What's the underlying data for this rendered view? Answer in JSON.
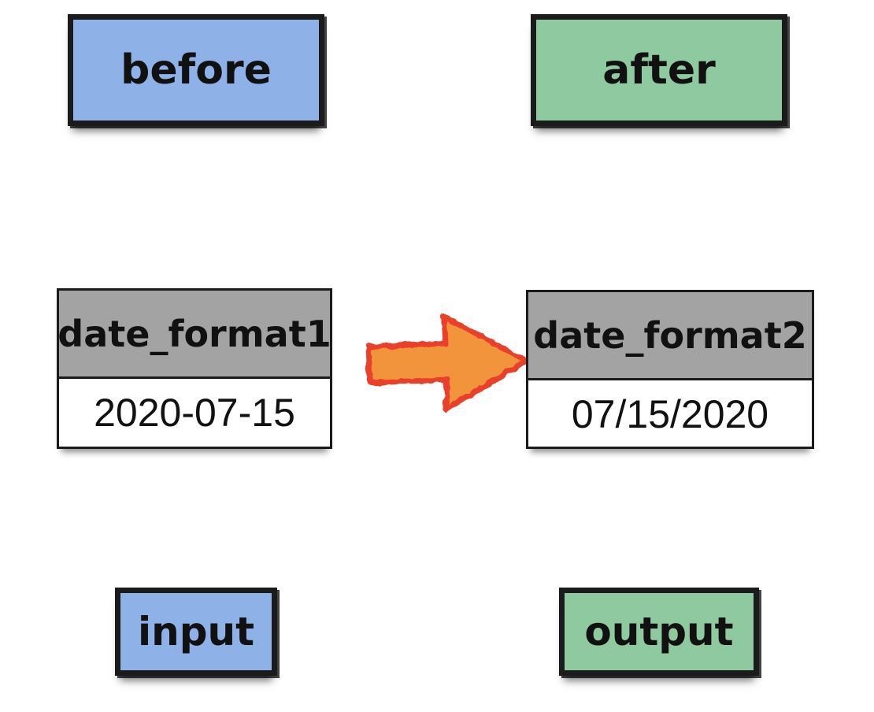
{
  "labels": {
    "before": "before",
    "after": "after",
    "input": "input",
    "output": "output"
  },
  "input_table": {
    "header": "date_format1",
    "value": "2020-07-15"
  },
  "output_table": {
    "header": "date_format2",
    "value": "07/15/2020"
  },
  "colors": {
    "before_fill": "#8eb2e8",
    "after_fill": "#8ec9a0",
    "input_fill": "#8eb2e8",
    "output_fill": "#8ec9a0",
    "header_fill": "#a3a3a3",
    "arrow_fill": "#f2943a",
    "arrow_stroke": "#e8402a",
    "border": "#1b1b1b"
  },
  "icons": {
    "arrow": "right-arrow-icon"
  }
}
